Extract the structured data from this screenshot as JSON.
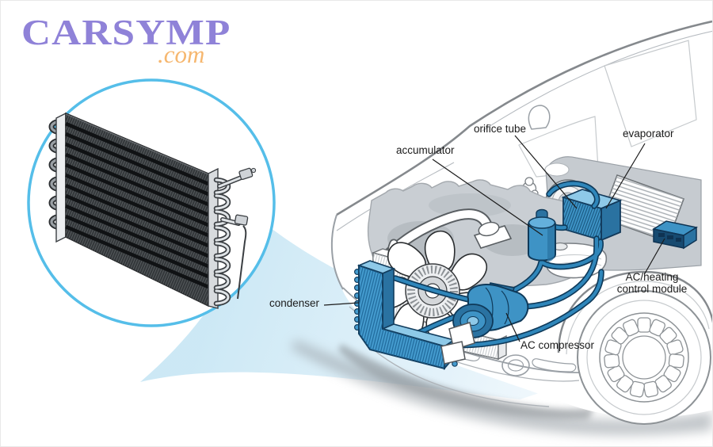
{
  "logo": {
    "brand": "CARSYMP",
    "tld": ".com"
  },
  "labels": {
    "accumulator": "accumulator",
    "orifice_tube": "orifice tube",
    "evaporator": "evaporator",
    "condenser": "condenser",
    "ac_compressor": "AC compressor",
    "control_module": "AC/heating control module"
  },
  "colors": {
    "logo_purple": "#8F82D8",
    "logo_orange": "#F6B76F",
    "inset_ring": "#55BEE9",
    "component_blue": "#3E93C5",
    "component_blue_dark": "#0F3A5A",
    "component_blue_light": "#8EC9E8",
    "beam_blue": "#CDE8F5",
    "car_line_gray": "#85898D",
    "engine_gray": "#C9CED3",
    "label_text": "#1B1B1B"
  }
}
